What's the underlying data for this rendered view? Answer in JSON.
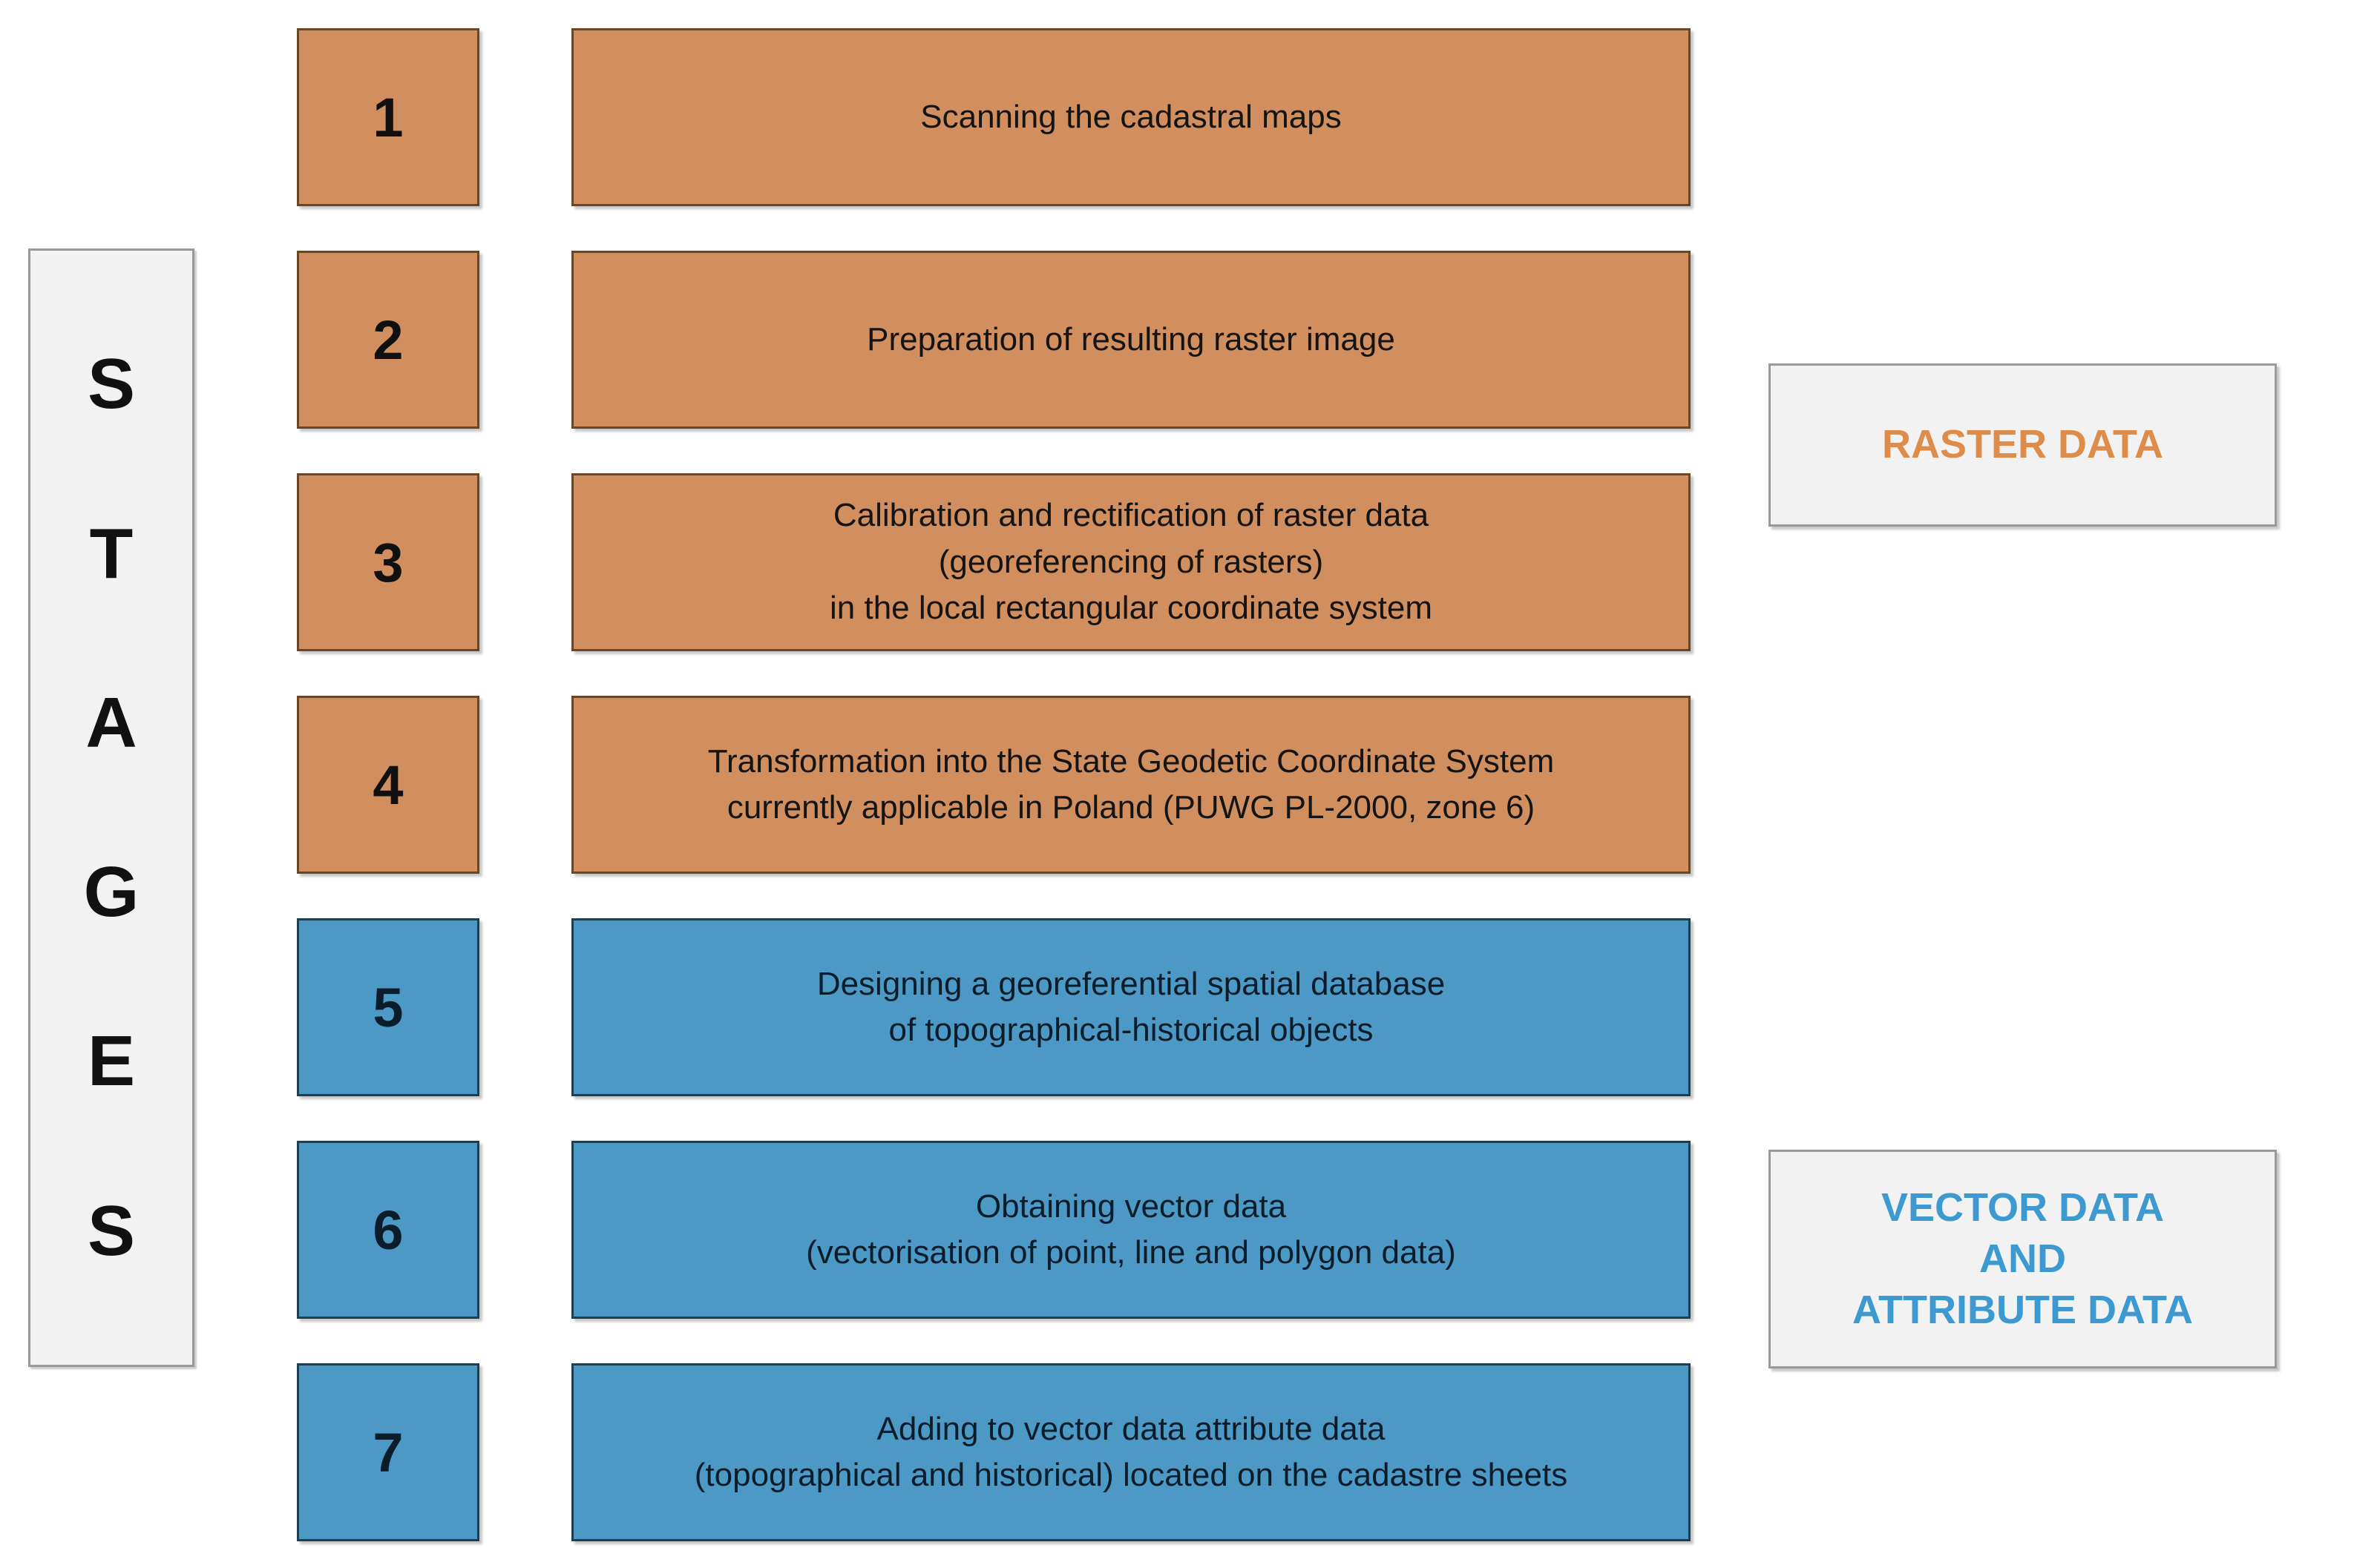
{
  "diagram": {
    "stages_label": {
      "name": "STAGES",
      "letters": [
        "S",
        "T",
        "A",
        "G",
        "E",
        "S"
      ]
    },
    "colors": {
      "raster_fill": "#d18e5e",
      "raster_border": "#6b4626",
      "vector_fill": "#4c99c6",
      "vector_border": "#1d3f54",
      "legend_fill": "#f2f2f2",
      "legend_border": "#9a9a9a",
      "raster_text": "#dd8c4a",
      "vector_text": "#3d9ad1"
    },
    "stages": [
      {
        "number": "1",
        "group": "raster",
        "lines": [
          "Scanning the cadastral maps"
        ]
      },
      {
        "number": "2",
        "group": "raster",
        "lines": [
          "Preparation of resulting raster image"
        ]
      },
      {
        "number": "3",
        "group": "raster",
        "lines": [
          "Calibration and rectification of raster data",
          "(georeferencing of rasters)",
          "in the local rectangular coordinate system"
        ]
      },
      {
        "number": "4",
        "group": "raster",
        "lines": [
          "Transformation into the State Geodetic Coordinate System",
          "currently applicable in Poland (PUWG PL-2000, zone 6)"
        ]
      },
      {
        "number": "5",
        "group": "vector",
        "lines": [
          "Designing a georeferential spatial database",
          "of topographical-historical objects"
        ]
      },
      {
        "number": "6",
        "group": "vector",
        "lines": [
          "Obtaining vector data",
          "(vectorisation of point, line and polygon data)"
        ]
      },
      {
        "number": "7",
        "group": "vector",
        "lines": [
          "Adding to vector data attribute data",
          "(topographical and historical) located on the cadastre sheets"
        ]
      }
    ],
    "legends": [
      {
        "id": "raster",
        "lines": [
          "RASTER DATA"
        ]
      },
      {
        "id": "vector",
        "lines": [
          "VECTOR DATA",
          "AND",
          "ATTRIBUTE DATA"
        ]
      }
    ]
  }
}
